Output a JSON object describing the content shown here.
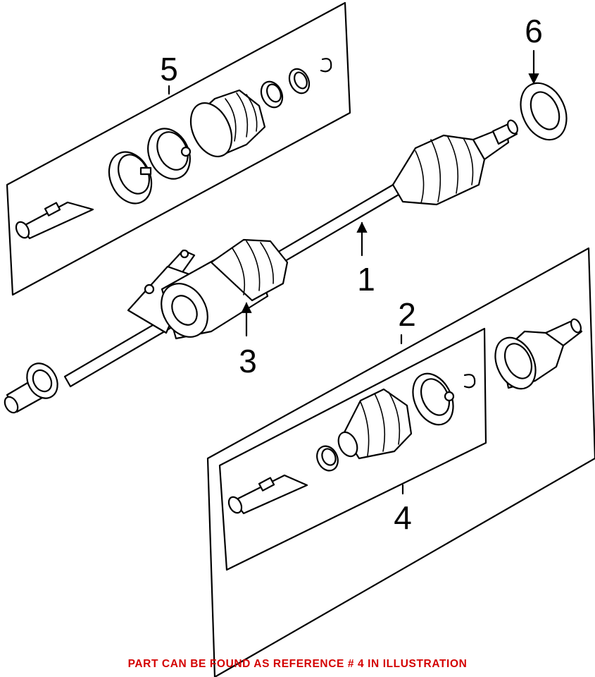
{
  "callouts": {
    "c1": "1",
    "c2": "2",
    "c3": "3",
    "c4": "4",
    "c5": "5",
    "c6": "6"
  },
  "footer": {
    "note": "PART CAN BE FOUND AS REFERENCE # 4 IN ILLUSTRATION",
    "color": "#d40000"
  },
  "colors": {
    "line": "#000000",
    "background": "#ffffff"
  }
}
